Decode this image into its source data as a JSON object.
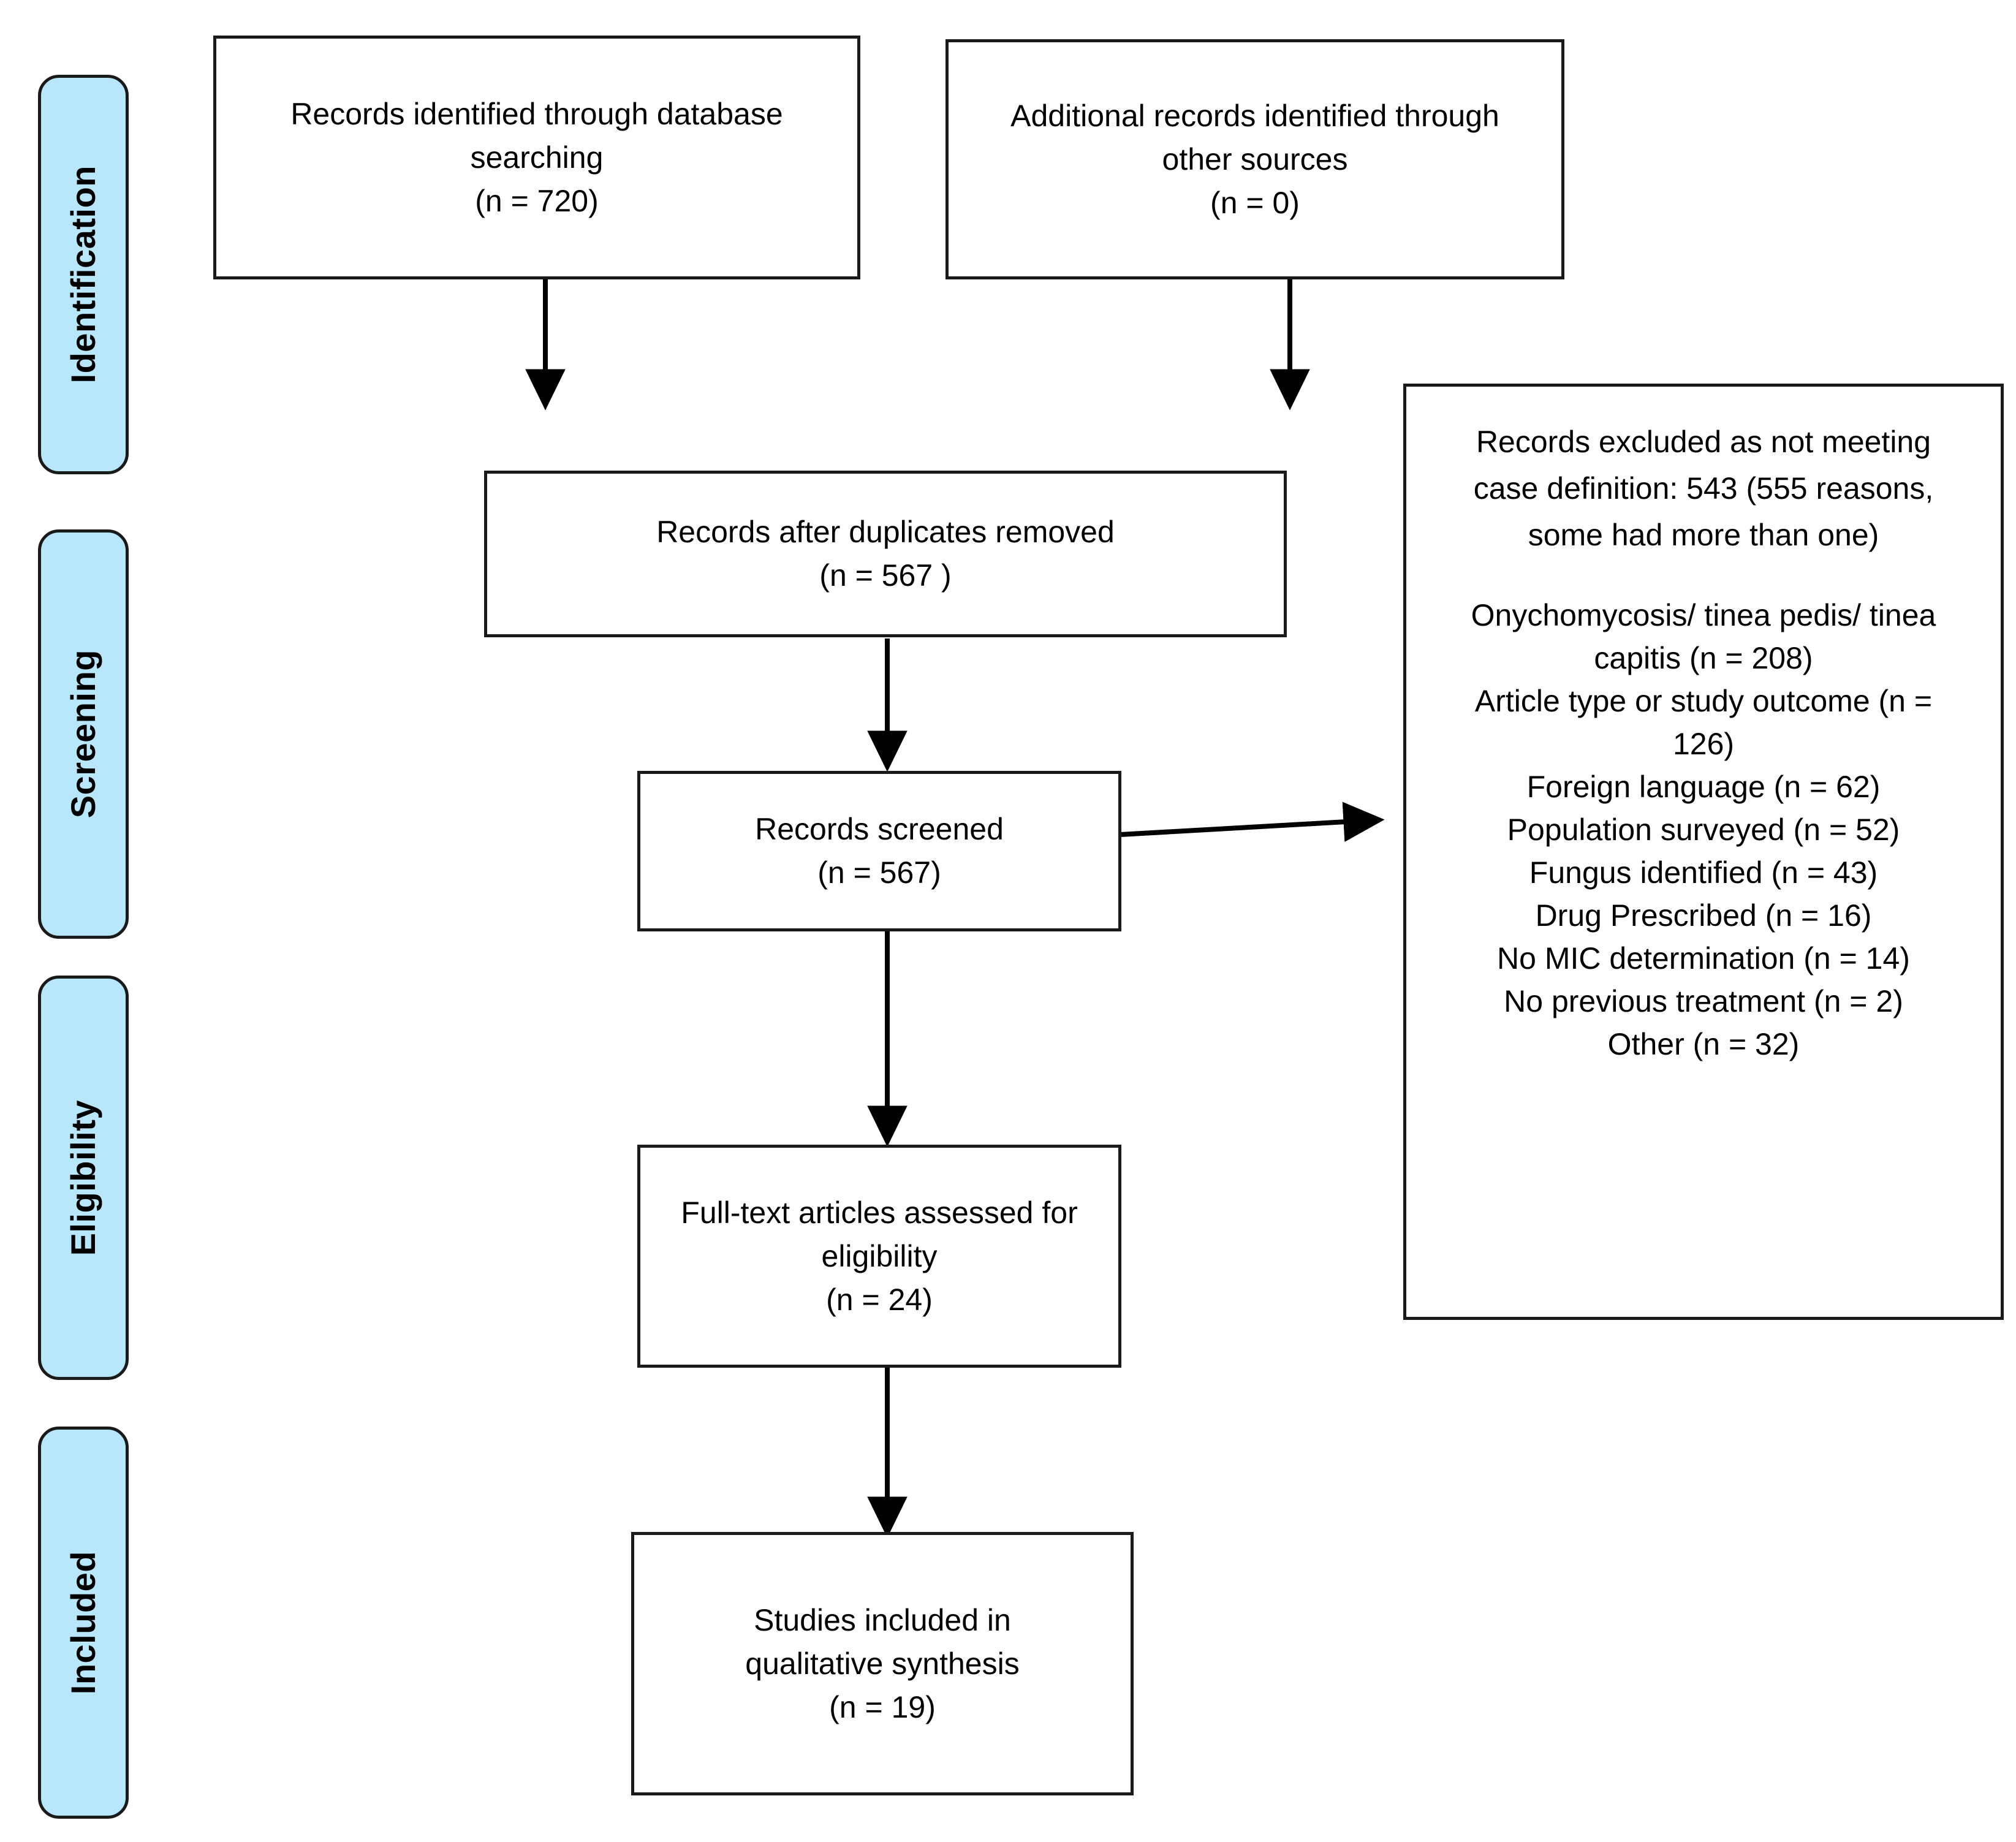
{
  "diagram": {
    "type": "PRISMA flow diagram",
    "stages": [
      {
        "label": "Identification"
      },
      {
        "label": "Screening"
      },
      {
        "label": "Eligibility"
      },
      {
        "label": "Included"
      }
    ],
    "boxes": {
      "database_records": {
        "lines": [
          "Records identified through database",
          "searching",
          "(n = 720)"
        ]
      },
      "other_records": {
        "lines": [
          "Additional records identified through",
          "other sources",
          "(n = 0)"
        ]
      },
      "after_duplicates": {
        "lines": [
          "Records after duplicates removed",
          "(n = 567 )"
        ]
      },
      "records_screened": {
        "lines": [
          "Records screened",
          "(n = 567)"
        ]
      },
      "full_text_assessed": {
        "lines": [
          "Full-text articles assessed for",
          "eligibility",
          "(n = 24)"
        ]
      },
      "studies_included": {
        "lines": [
          "Studies included in",
          "qualitative synthesis",
          "(n = 19)"
        ]
      },
      "records_excluded": {
        "heading_lines": [
          "Records excluded as not meeting",
          "case definition: 543 (555 reasons,",
          "some had more than one)"
        ],
        "reasons": [
          "Onychomycosis/ tinea pedis/ tinea",
          "capitis (n = 208)",
          "Article type or study outcome (n =",
          "126)",
          "Foreign language (n = 62)",
          "Population surveyed (n = 52)",
          "Fungus identified (n = 43)",
          "Drug Prescribed (n = 16)",
          "No MIC determination (n = 14)",
          "No previous treatment (n = 2)",
          "Other (n = 32)"
        ]
      }
    },
    "colors": {
      "stage_bar_fill": "#b8e6fa",
      "stroke": "#1a1a1a",
      "box_fill": "#ffffff",
      "text": "#000000"
    }
  }
}
